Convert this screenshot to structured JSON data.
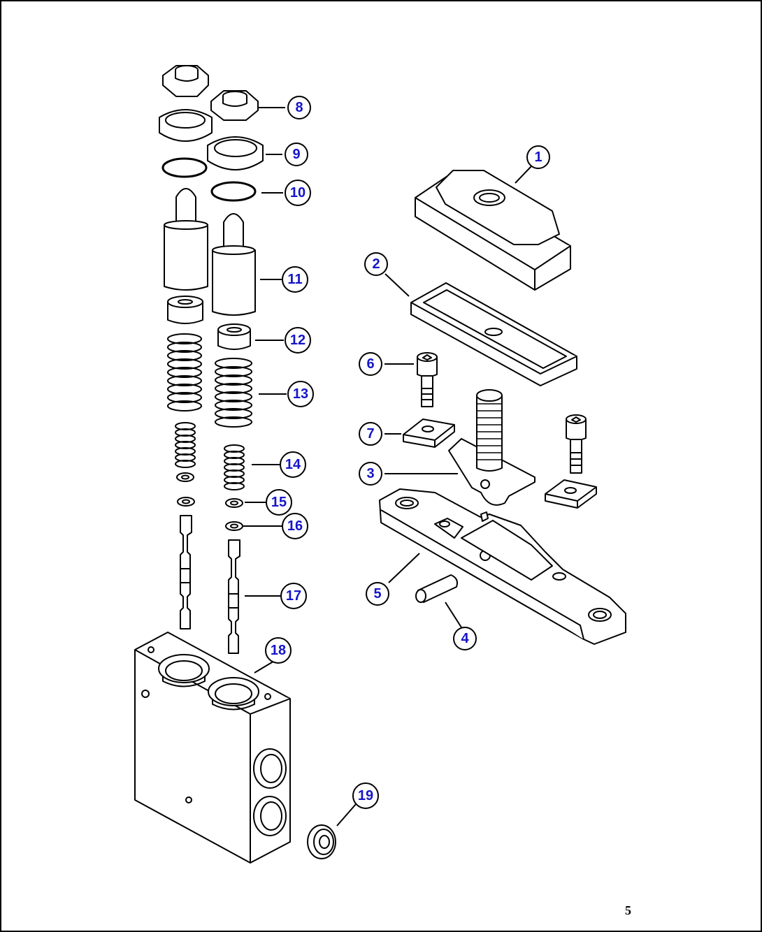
{
  "diagram": {
    "callouts": [
      "1",
      "2",
      "3",
      "4",
      "5",
      "6",
      "7",
      "8",
      "9",
      "10",
      "11",
      "12",
      "13",
      "14",
      "15",
      "16",
      "17",
      "18",
      "19"
    ],
    "corner_mark": "5",
    "colors": {
      "callout_text": "#1515c8",
      "line": "#000000",
      "background": "#ffffff"
    }
  }
}
